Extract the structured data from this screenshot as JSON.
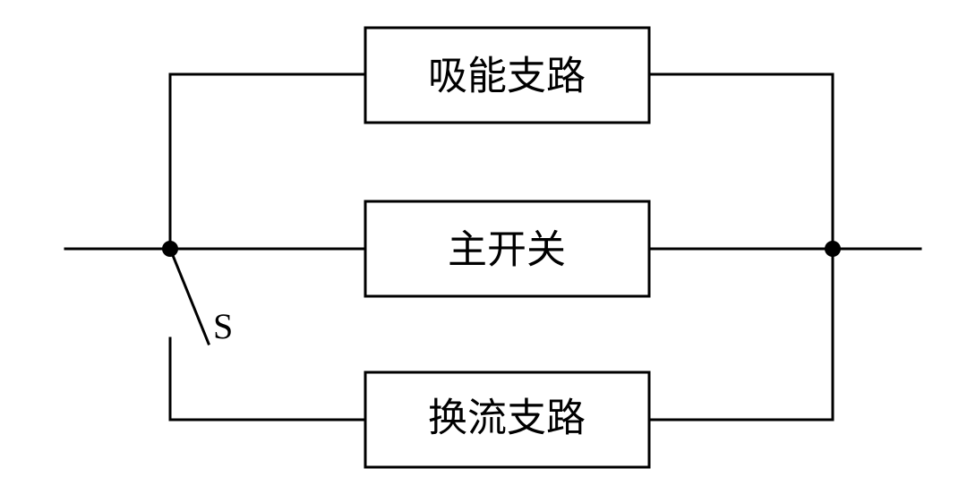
{
  "diagram": {
    "branches": {
      "absorption": "吸能支路",
      "main_switch": "主开关",
      "commutation": "换流支路"
    },
    "switch_label": "S",
    "color": "#000000"
  }
}
